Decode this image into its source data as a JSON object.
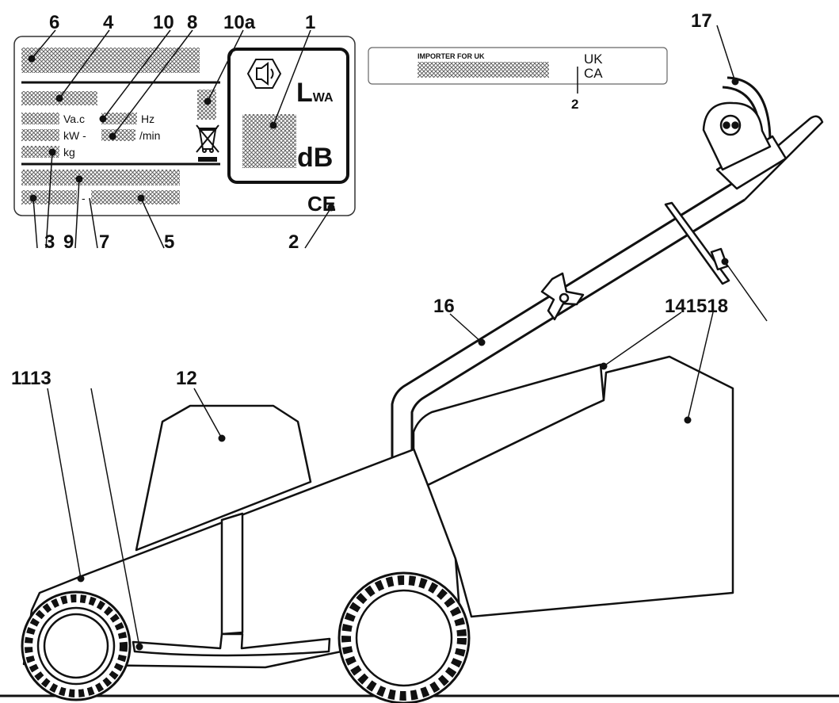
{
  "label_plate": {
    "unit_voltage": "Va.c",
    "unit_frequency": "Hz",
    "unit_power": "kW -",
    "unit_speed": "/min",
    "unit_weight": "kg",
    "separator": "-",
    "sound_power": "L",
    "sound_power_sub": "WA",
    "sound_unit": "dB",
    "ce_mark": "CE"
  },
  "uk_label": {
    "importer_text": "IMPORTER FOR UK",
    "ukca_line1": "UK",
    "ukca_line2": "CA"
  },
  "callouts": {
    "c1": "1",
    "c2": "2",
    "c2b": "2",
    "c3": "3",
    "c4": "4",
    "c5": "5",
    "c6": "6",
    "c7": "7",
    "c8": "8",
    "c9": "9",
    "c10": "10",
    "c10a": "10a",
    "c11": "11",
    "c12": "12",
    "c13": "13",
    "c14": "14",
    "c15": "15",
    "c16": "16",
    "c17": "17",
    "c18": "18"
  },
  "colors": {
    "line": "#111111",
    "hatch": "#888888",
    "background": "#ffffff"
  }
}
